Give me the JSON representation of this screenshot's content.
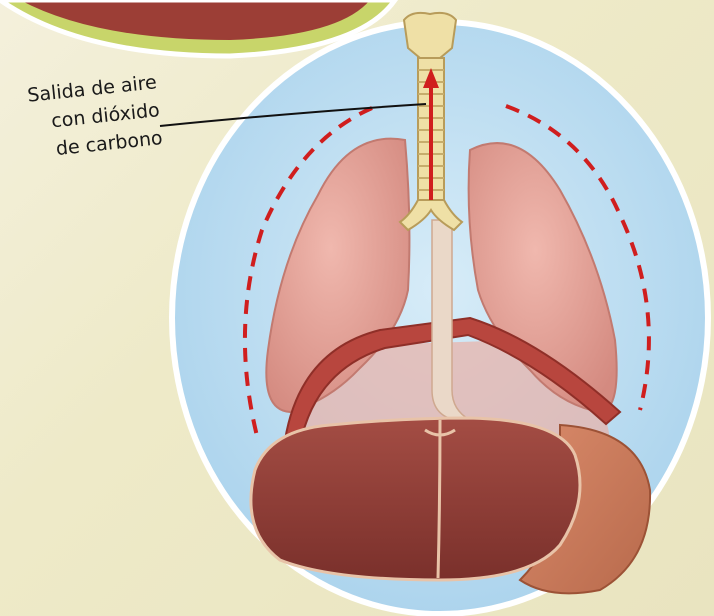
{
  "illustration": {
    "callout": {
      "lines": [
        "Salida de aire",
        "con dióxido",
        "de carbono"
      ]
    },
    "colors": {
      "bubble": "#bfe0f2",
      "lung": "#e2a39a",
      "diaphragm": "#b8463e",
      "liver": "#8f3f38",
      "trachea": "#efe0a6",
      "arrow": "#d01e1e",
      "dashed_outline": "#d01e1e"
    }
  }
}
